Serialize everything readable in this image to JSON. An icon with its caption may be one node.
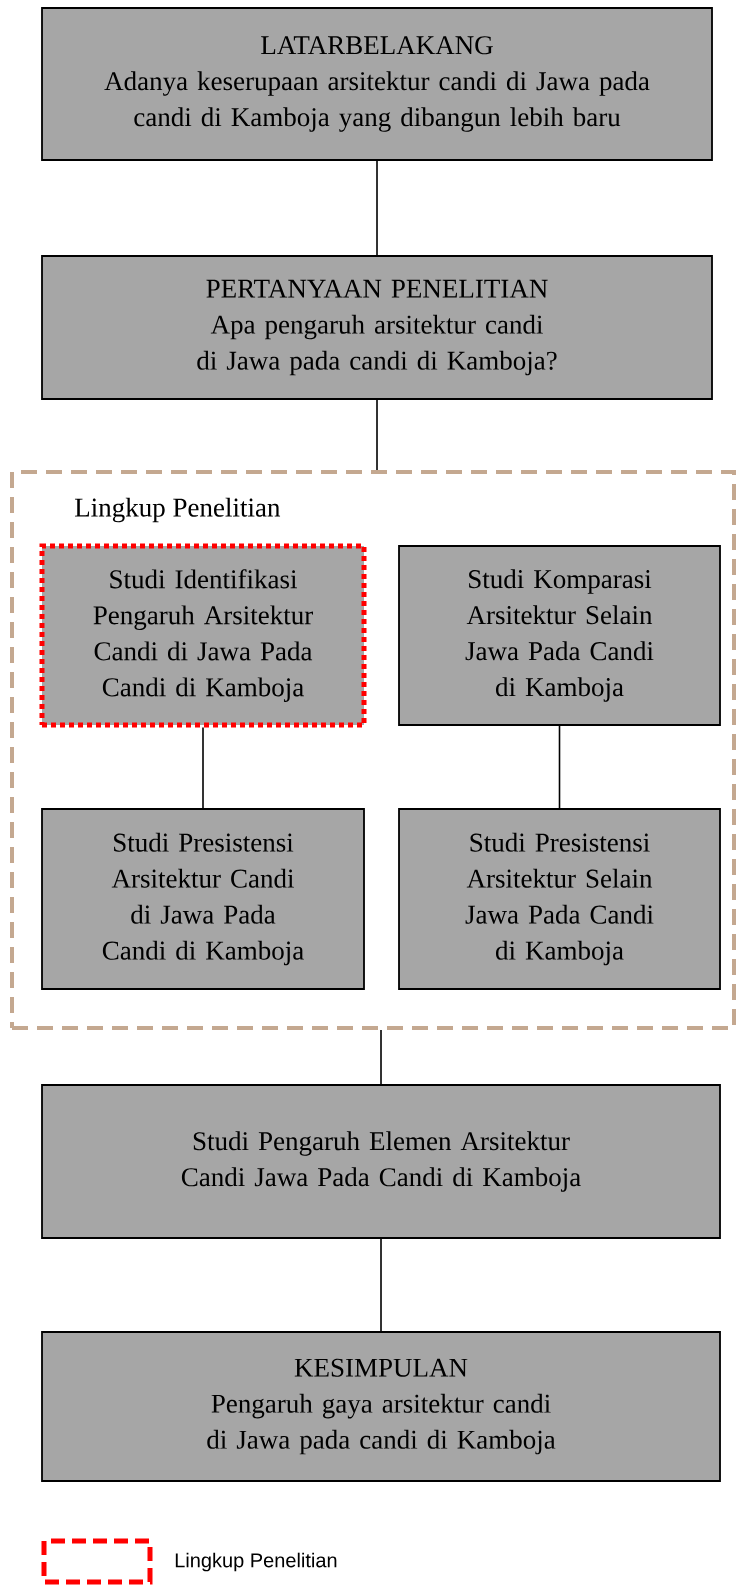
{
  "diagram": {
    "nodes": [
      {
        "text": [
          "LATARBELAKANG",
          "Adanya keserupaan arsitektur candi di Jawa pada candi di Kamboja yang dibangun lebih baru"
        ]
      },
      {
        "text": [
          "PERTANYAAN PENELITIAN",
          "Apa pengaruh arsitektur candi di Jawa pada candi di Kamboja?"
        ]
      },
      {
        "text": [
          "Lingkup Penelitian"
        ]
      },
      {
        "text": [
          "Studi Identifikasi Pengaruh Arsitektur Candi di Jawa Pada Candi di Kamboja"
        ],
        "in": 2
      },
      {
        "text": [
          "Studi Komparasi Arsitektur Selain Jawa Pada Candi di Kamboja"
        ],
        "in": 2
      },
      {
        "text": [
          "Studi Presistensi Arsitektur Candi di Jawa Pada Candi di Kamboja"
        ],
        "in": 2
      },
      {
        "text": [
          "Studi Presistensi Arsitektur Selain Jawa Pada Candi di Kamboja"
        ],
        "in": 2
      },
      {
        "text": [
          "Studi Pengaruh Elemen Arsitektur Candi Jawa Pada Candi di Kamboja"
        ]
      },
      {
        "text": [
          "KESIMPULAN",
          "Pengaruh gaya arsitektur candi di Jawa pada candi di Kamboja"
        ]
      }
    ],
    "edges": [
      {
        "from": 0,
        "to": 1,
        "arrow": "none"
      },
      {
        "from": 1,
        "to": 2,
        "arrow": "none"
      },
      {
        "from": 3,
        "to": 5,
        "arrow": "none"
      },
      {
        "from": 4,
        "to": 6,
        "arrow": "none"
      },
      {
        "from": 2,
        "to": 7,
        "arrow": "none"
      },
      {
        "from": 7,
        "to": 8,
        "arrow": "none"
      }
    ],
    "legend": [
      {
        "text": "Lingkup Penelitian"
      }
    ]
  }
}
